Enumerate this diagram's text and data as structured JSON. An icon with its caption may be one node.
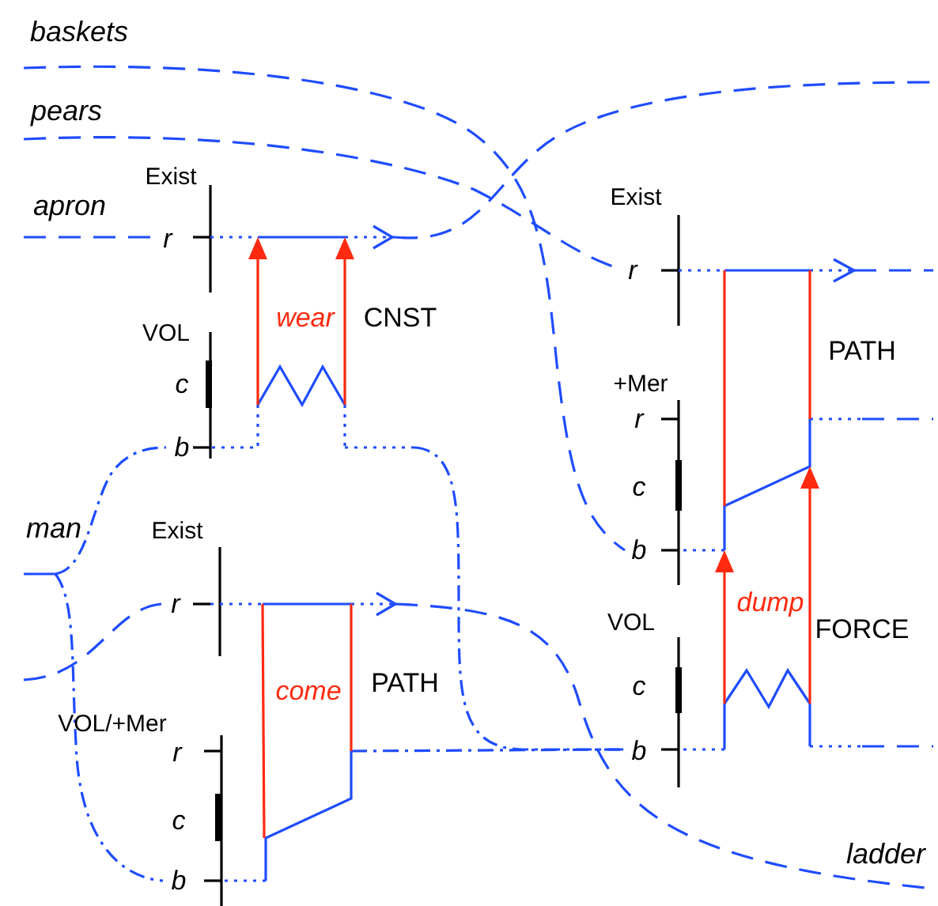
{
  "diagram": {
    "labels": [
      "baskets",
      "pears",
      "Exist",
      "apron",
      "r",
      "Exist",
      "r",
      "wear",
      "CNST",
      "VOL",
      "c",
      "b",
      "PATH",
      "+Mer",
      "r",
      "c",
      "man",
      "Exist",
      "b",
      "dump",
      "r",
      "VOL",
      "FORCE",
      "PATH",
      "come",
      "c",
      "VOL/+Mer",
      "r",
      "b",
      "c",
      "b",
      "ladder"
    ]
  }
}
